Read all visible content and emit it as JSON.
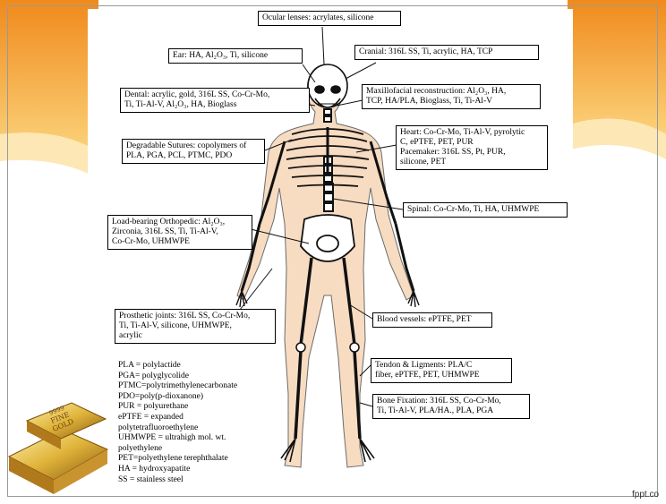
{
  "slide": {
    "accent_color": "#f5a623",
    "watermark": "fppt.co"
  },
  "labels": {
    "ocular": "Ocular lenses: acrylates, silicone",
    "ear": "Ear: HA, Al₂O₃, Ti, silicone",
    "cranial": "Cranial: 316L SS, Ti, acrylic, HA, TCP",
    "dental": "Dental: acrylic, gold, 316L SS, Co-Cr-Mo,\nTi, Ti-Al-V, Al₂O₃, HA, Bioglass",
    "maxillofacial": "Maxillofacial reconstruction: Al₂O₃, HA,\nTCP, HA/PLA, Bioglass, Ti, Ti-Al-V",
    "sutures": "Degradable Sutures: copolymers of\nPLA, PGA, PCL, PTMC, PDO",
    "heart": "Heart: Co-Cr-Mo, Ti-Al-V, pyrolytic\nC, ePTFE, PET, PUR\nPacemaker: 316L SS, Pt, PUR,\nsilicone, PET",
    "spinal": "Spinal: Co-Cr-Mo, Ti, HA, UHMWPE",
    "load_bearing": "Load-bearing Orthopedic: Al₂O₃,\nZirconia, 316L SS, Ti, Ti-Al-V,\nCo-Cr-Mo, UHMWPE",
    "prosthetic": "Prosthetic joints: 316L SS, Co-Cr-Mo,\nTi, Ti-Al-V, silicone, UHMWPE,\nacrylic",
    "blood_vessels": "Blood vessels: ePTFE, PET",
    "tendon": "Tendon & Ligments: PLA/C\nfiber, ePTFE, PET, UHMWPE",
    "bone_fixation": "Bone Fixation: 316L SS, Co-Cr-Mo,\nTi, Ti-Al-V, PLA/HA., PLA, PGA"
  },
  "legend": [
    "PLA = polylactide",
    "PGA= polyglycolide",
    "PTMC=polytrimethylenecarbonate",
    "PDO=poly(p-dioxanone)",
    "PUR = polyurethane",
    "ePTFE = expanded",
    "polytetrafluoroethylene",
    "UHMWPE = ultrahigh mol. wt.",
    "polyethylene",
    "PET=polyethylene terephthalate",
    "HA = hydroxyapatite",
    "SS = stainless steel"
  ],
  "gold_bar": {
    "line1": "9999",
    "line2": "FINE",
    "line3": "GOLD"
  }
}
